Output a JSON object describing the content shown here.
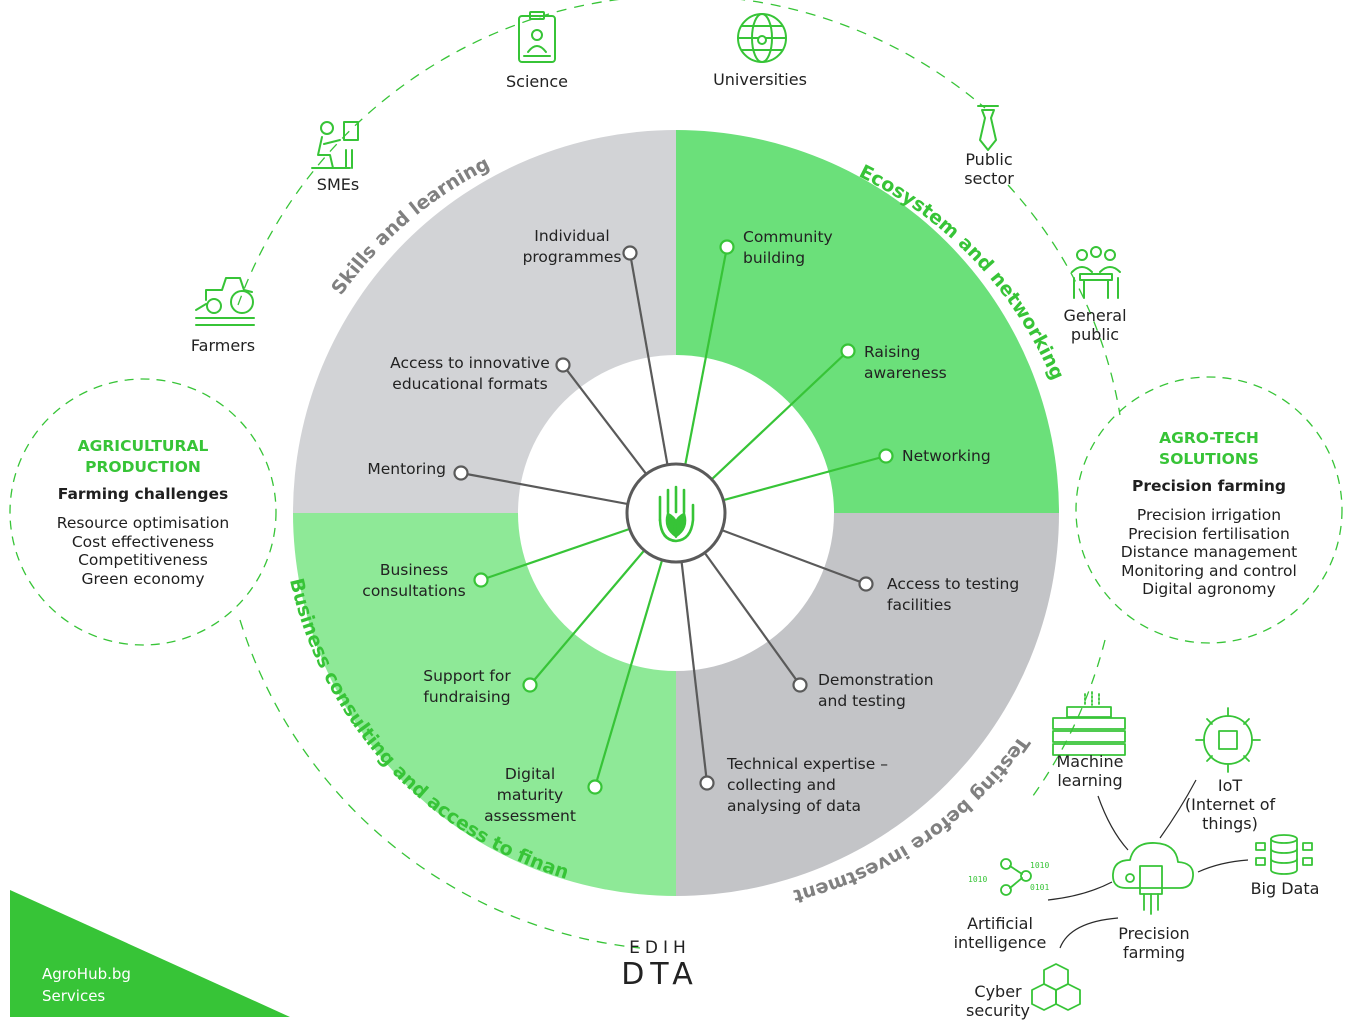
{
  "center": {
    "top": "EDIH",
    "bottom": "DTA"
  },
  "brand": {
    "line1": "AgroHub.bg",
    "line2": "Services"
  },
  "colors": {
    "green": "#37c437",
    "quad_green": "#6be07a",
    "quad_light_green": "#8ee997",
    "quad_grey_light": "#d2d3d6",
    "quad_grey_dark": "#c3c4c7",
    "line_grey": "#5a5a5a"
  },
  "quadrants": [
    {
      "title": "Skills and learning",
      "color": "grey"
    },
    {
      "title": "Ecosystem and networking",
      "color": "green"
    },
    {
      "title": "Testing before investment",
      "color": "grey"
    },
    {
      "title": "Business consulting and access to financing",
      "color": "green"
    }
  ],
  "services": {
    "individual": "Individual\nprogrammes",
    "access_formats": "Access to innovative\neducational formats",
    "mentoring": "Mentoring",
    "community": "Community\nbuilding",
    "awareness": "Raising\nawareness",
    "networking": "Networking",
    "testing_facilities": "Access to testing\nfacilities",
    "demonstration": "Demonstration\nand testing",
    "technical": "Technical expertise –\ncollecting and\nanalysing of data",
    "business": "Business\nconsultations",
    "fundraising": "Support for\nfundraising",
    "maturity": "Digital\nmaturity\nassessment"
  },
  "stakeholders": {
    "science": "Science",
    "universities": "Universities",
    "public_sector": "Public\nsector",
    "general_public": "General\npublic",
    "smes": "SMEs",
    "farmers": "Farmers"
  },
  "left_bubble": {
    "title": "AGRICULTURAL\nPRODUCTION",
    "subtitle": "Farming challenges",
    "items": [
      "Resource optimisation",
      "Cost effectiveness",
      "Competitiveness",
      "Green economy"
    ]
  },
  "right_bubble": {
    "title": "AGRO-TECH\nSOLUTIONS",
    "subtitle": "Precision farming",
    "items": [
      "Precision irrigation",
      "Precision fertilisation",
      "Distance management",
      "Monitoring and control",
      "Digital agronomy"
    ]
  },
  "tech": {
    "ml": "Machine\nlearning",
    "iot": "IoT\n(Internet of\nthings)",
    "bigdata": "Big Data",
    "ai": "Artificial\nintelligence",
    "precision": "Precision\nfarming",
    "cyber": "Cyber\nsecurity"
  }
}
